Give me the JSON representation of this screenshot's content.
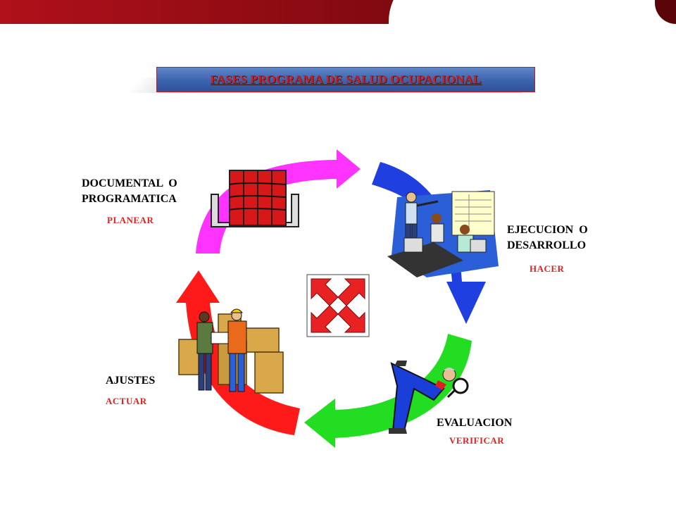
{
  "title": "FASES PROGRAMA DE SALUD OCUPACIONAL",
  "colors": {
    "header_bar": "#8c0b12",
    "title_box": "#3c63ad",
    "title_text": "#d21c1c",
    "arrow_planear": "#ff33ff",
    "arrow_hacer": "#1f3fe0",
    "arrow_verificar": "#22dd22",
    "arrow_actuar": "#ff1a1a",
    "center_icon": "#e82222",
    "phase_sublabel": "#e02020"
  },
  "phases": [
    {
      "id": "planear",
      "name_line1": "DOCUMENTAL  O",
      "name_line2": "PROGRAMATICA",
      "verb": "PLANEAR",
      "icon": "binders-icon"
    },
    {
      "id": "hacer",
      "name_line1": "EJECUCION  O",
      "name_line2": "DESARROLLO",
      "verb": "HACER",
      "icon": "office-workers-icon"
    },
    {
      "id": "verificar",
      "name_line1": "EVALUACION",
      "verb": "VERIFICAR",
      "icon": "inspector-magnifier-icon"
    },
    {
      "id": "actuar",
      "name_line1": "AJUSTES",
      "verb": "ACTUAR",
      "icon": "workers-boxes-icon"
    }
  ],
  "center_icon": "four-way-arrows-icon"
}
